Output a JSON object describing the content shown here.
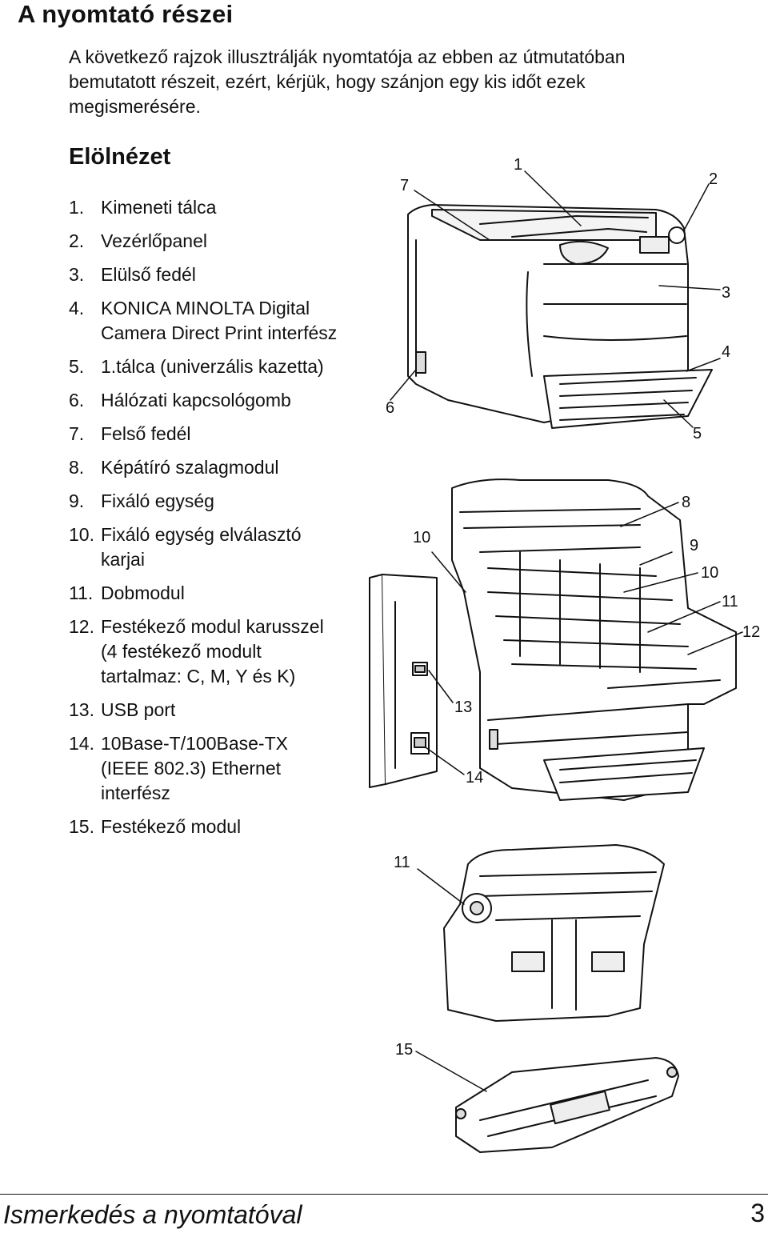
{
  "heading": "A nyomtató részei",
  "intro": "A következő rajzok illusztrálják nyomtatója az ebben az útmutatóban bemutatott részeit, ezért, kérjük, hogy szánjon egy kis időt ezek megismerésére.",
  "section_title": "Elölnézet",
  "parts": [
    {
      "num": "1.",
      "text": "Kimeneti tálca"
    },
    {
      "num": "2.",
      "text": "Vezérlőpanel"
    },
    {
      "num": "3.",
      "text": "Elülső fedél"
    },
    {
      "num": "4.",
      "text": "KONICA MINOLTA Digital Camera Direct Print interfész"
    },
    {
      "num": "5.",
      "text": "1.tálca (univerzális kazetta)"
    },
    {
      "num": "6.",
      "text": "Hálózati kapcsológomb"
    },
    {
      "num": "7.",
      "text": "Felső fedél"
    },
    {
      "num": "8.",
      "text": "Képátíró szalagmodul"
    },
    {
      "num": "9.",
      "text": "Fixáló egység"
    },
    {
      "num": "10.",
      "text": "Fixáló egység elválasztó karjai"
    },
    {
      "num": "11.",
      "text": "Dobmodul"
    },
    {
      "num": "12.",
      "text": "Festékező modul karusszel (4 festékező modult tartalmaz: C, M, Y és K)"
    },
    {
      "num": "13.",
      "text": "USB port"
    },
    {
      "num": "14.",
      "text": "10Base-T/100Base-TX (IEEE 802.3) Ethernet interfész"
    },
    {
      "num": "15.",
      "text": "Festékező modul"
    }
  ],
  "callouts": {
    "c1": "1",
    "c2": "2",
    "c3": "3",
    "c4": "4",
    "c5": "5",
    "c6": "6",
    "c7": "7",
    "c8": "8",
    "c9": "9",
    "c10a": "10",
    "c10b": "10",
    "c11a": "11",
    "c11b": "11",
    "c12": "12",
    "c13": "13",
    "c14": "14",
    "c15": "15"
  },
  "footer": {
    "left": "Ismerkedés a nyomtatóval",
    "page": "3"
  }
}
